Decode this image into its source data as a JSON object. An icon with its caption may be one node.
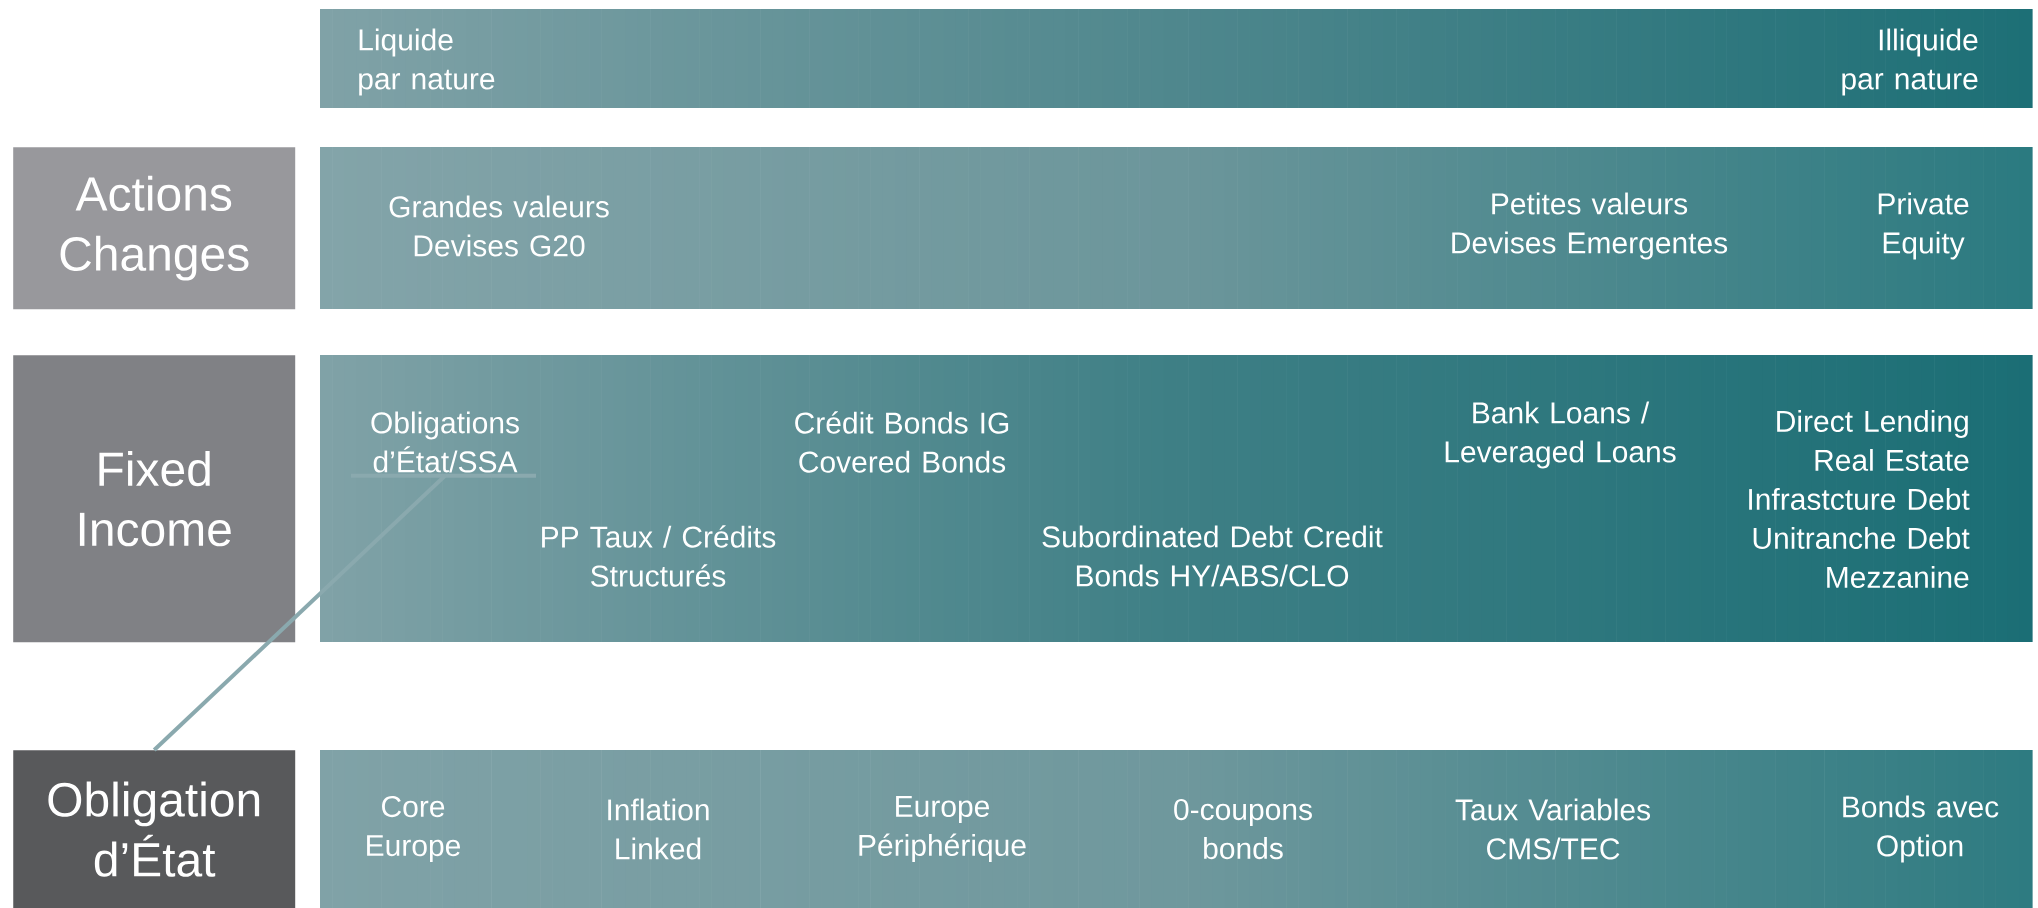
{
  "diagram": {
    "nodes": [
      {
        "text": [],
        "shape": "bar"
      },
      {
        "text": [
          "Liquide par nature"
        ],
        "in": 0
      },
      {
        "text": [
          "Illiquide par nature"
        ],
        "in": 0
      },
      {
        "text": [
          "Actions Changes"
        ]
      },
      {
        "text": [],
        "shape": "bar"
      },
      {
        "text": [
          "Grandes valeurs Devises G20"
        ],
        "in": 4
      },
      {
        "text": [
          "Petites valeurs Devises Emergentes"
        ],
        "in": 4
      },
      {
        "text": [
          "Private Equity"
        ],
        "in": 4
      },
      {
        "text": [
          "Fixed Income"
        ]
      },
      {
        "text": [],
        "shape": "bar"
      },
      {
        "text": [
          "Obligations d’État/SSA"
        ],
        "in": 9
      },
      {
        "text": [
          "Crédit Bonds IG Covered Bonds"
        ],
        "in": 9
      },
      {
        "text": [
          "PP Taux / Crédits Structurés"
        ],
        "in": 9
      },
      {
        "text": [
          "Subordinated Debt Credit Bonds HY/ABS/CLO"
        ],
        "in": 9
      },
      {
        "text": [
          "Bank Loans / Leveraged Loans"
        ],
        "in": 9
      },
      {
        "text": [
          "Direct Lending",
          "Real Estate",
          "Infrastcture Debt",
          "Unitranche Debt",
          "Mezzanine"
        ],
        "in": 9
      },
      {
        "text": [
          "Obligation d’État"
        ]
      },
      {
        "text": [],
        "shape": "bar"
      },
      {
        "text": [
          "Core Europe"
        ],
        "in": 17
      },
      {
        "text": [
          "Inflation Linked"
        ],
        "in": 17
      },
      {
        "text": [
          "Europe Périphérique"
        ],
        "in": 17
      },
      {
        "text": [
          "0-coupons bonds"
        ],
        "in": 17
      },
      {
        "text": [
          "Taux Variables CMS/TEC"
        ],
        "in": 17
      },
      {
        "text": [
          "Bonds avec Option"
        ],
        "in": 17
      }
    ],
    "edges": [
      {
        "from": 16,
        "to": 10,
        "arrow": "none"
      }
    ]
  }
}
